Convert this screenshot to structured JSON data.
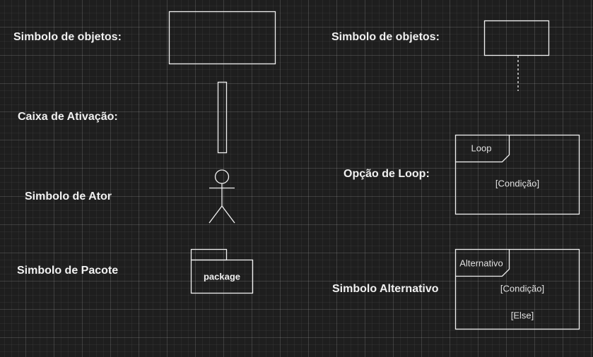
{
  "labels": {
    "object_symbol_left": "Simbolo de objetos:",
    "object_symbol_right": "Simbolo de objetos:",
    "activation_box": "Caixa de Ativação:",
    "actor_symbol": "Simbolo de Ator",
    "package_symbol": "Simbolo de Pacote",
    "loop_option": "Opção de Loop:",
    "alternative_symbol": "Simbolo Alternativo"
  },
  "shapes": {
    "package_label": "package",
    "loop_tab": "Loop",
    "loop_condition": "[Condição]",
    "alt_tab": "Alternativo",
    "alt_condition": "[Condição]",
    "alt_else": "[Else]"
  }
}
